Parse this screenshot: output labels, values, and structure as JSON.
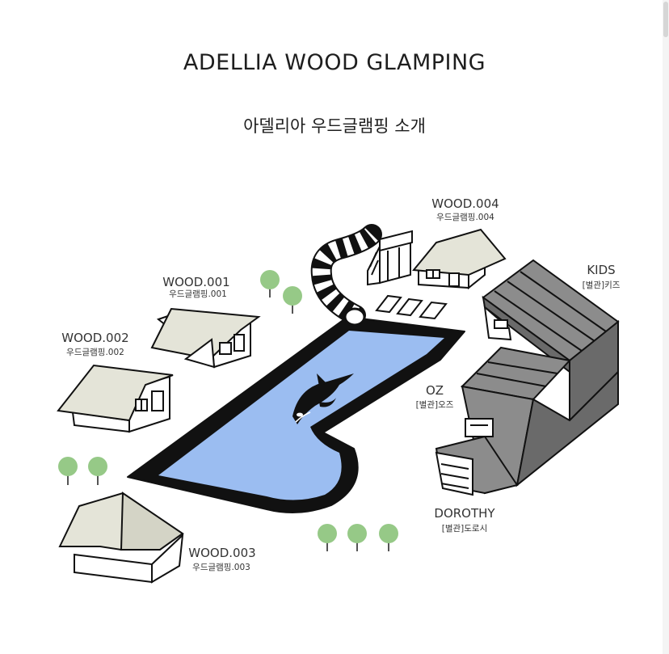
{
  "page": {
    "title": "ADELLIA WOOD GLAMPING",
    "subtitle": "아델리아 우드글램핑 소개"
  },
  "map": {
    "colors": {
      "pool_water": "#9bbdf1",
      "pool_border": "#111111",
      "tree": "#96c987",
      "tree_trunk": "#555555",
      "roof_light": "#e4e4d8",
      "wall_light": "#ffffff",
      "building_gray": "#8c8c8c",
      "building_dark": "#6a6a6a",
      "line": "#111111"
    },
    "sites": [
      {
        "id": "wood001",
        "name": "WOOD.001",
        "sub": "우드글램핑.001"
      },
      {
        "id": "wood002",
        "name": "WOOD.002",
        "sub": "우드글램핑.002"
      },
      {
        "id": "wood003",
        "name": "WOOD.003",
        "sub": "우드글램핑.003"
      },
      {
        "id": "wood004",
        "name": "WOOD.004",
        "sub": "우드글램핑.004"
      },
      {
        "id": "kids",
        "name": "KIDS",
        "sub": "[별관]키즈"
      },
      {
        "id": "oz",
        "name": "OZ",
        "sub": "[별관]오즈"
      },
      {
        "id": "dorothy",
        "name": "DOROTHY",
        "sub": "[별관]도로시"
      }
    ]
  }
}
